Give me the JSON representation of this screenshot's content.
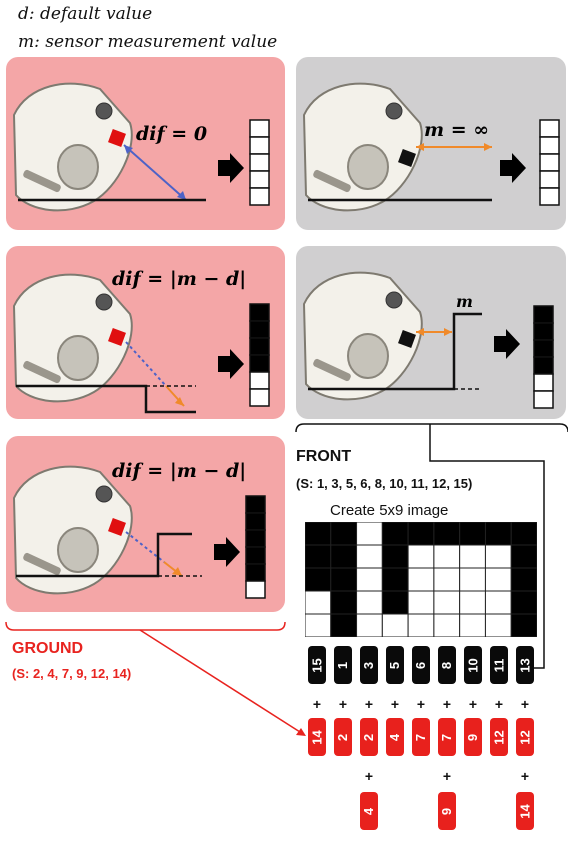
{
  "legend": {
    "d_line": "d: default value",
    "m_line": "m: sensor measurement value"
  },
  "panels": {
    "ground_flat": {
      "equation": "dif = 0"
    },
    "front_none": {
      "equation": "m = ∞"
    },
    "ground_drop": {
      "equation": "dif = |m − d|"
    },
    "front_wall": {
      "label": "m"
    },
    "ground_step": {
      "equation": "dif = |m − d|"
    }
  },
  "front": {
    "title": "FRONT",
    "sensors": "(S: 1, 3, 5, 6, 8, 10, 11, 12, 15)"
  },
  "ground": {
    "title": "GROUND",
    "sensors": "(S: 2, 4, 7, 9, 12, 14)"
  },
  "image": {
    "caption": "Create 5x9 image",
    "columns_filled_from_top": [
      3,
      5,
      0,
      4,
      1,
      1,
      1,
      1,
      5
    ]
  },
  "columns": {
    "front_row": [
      "15",
      "1",
      "3",
      "5",
      "6",
      "8",
      "10",
      "11",
      "13"
    ],
    "plus_symbol": "+",
    "ground_row1": [
      "14",
      "2",
      "2",
      "4",
      "7",
      "7",
      "9",
      "12",
      "12"
    ],
    "ground_row2": [
      "",
      "",
      "4",
      "",
      "",
      "9",
      "",
      "",
      "14"
    ]
  },
  "colors": {
    "pink_panel": "#f4a6a7",
    "gray_panel": "#d0cfd0",
    "accent_red": "#e8231f",
    "blue_ray": "#4d62c7",
    "orange_ray": "#f08a2a"
  }
}
